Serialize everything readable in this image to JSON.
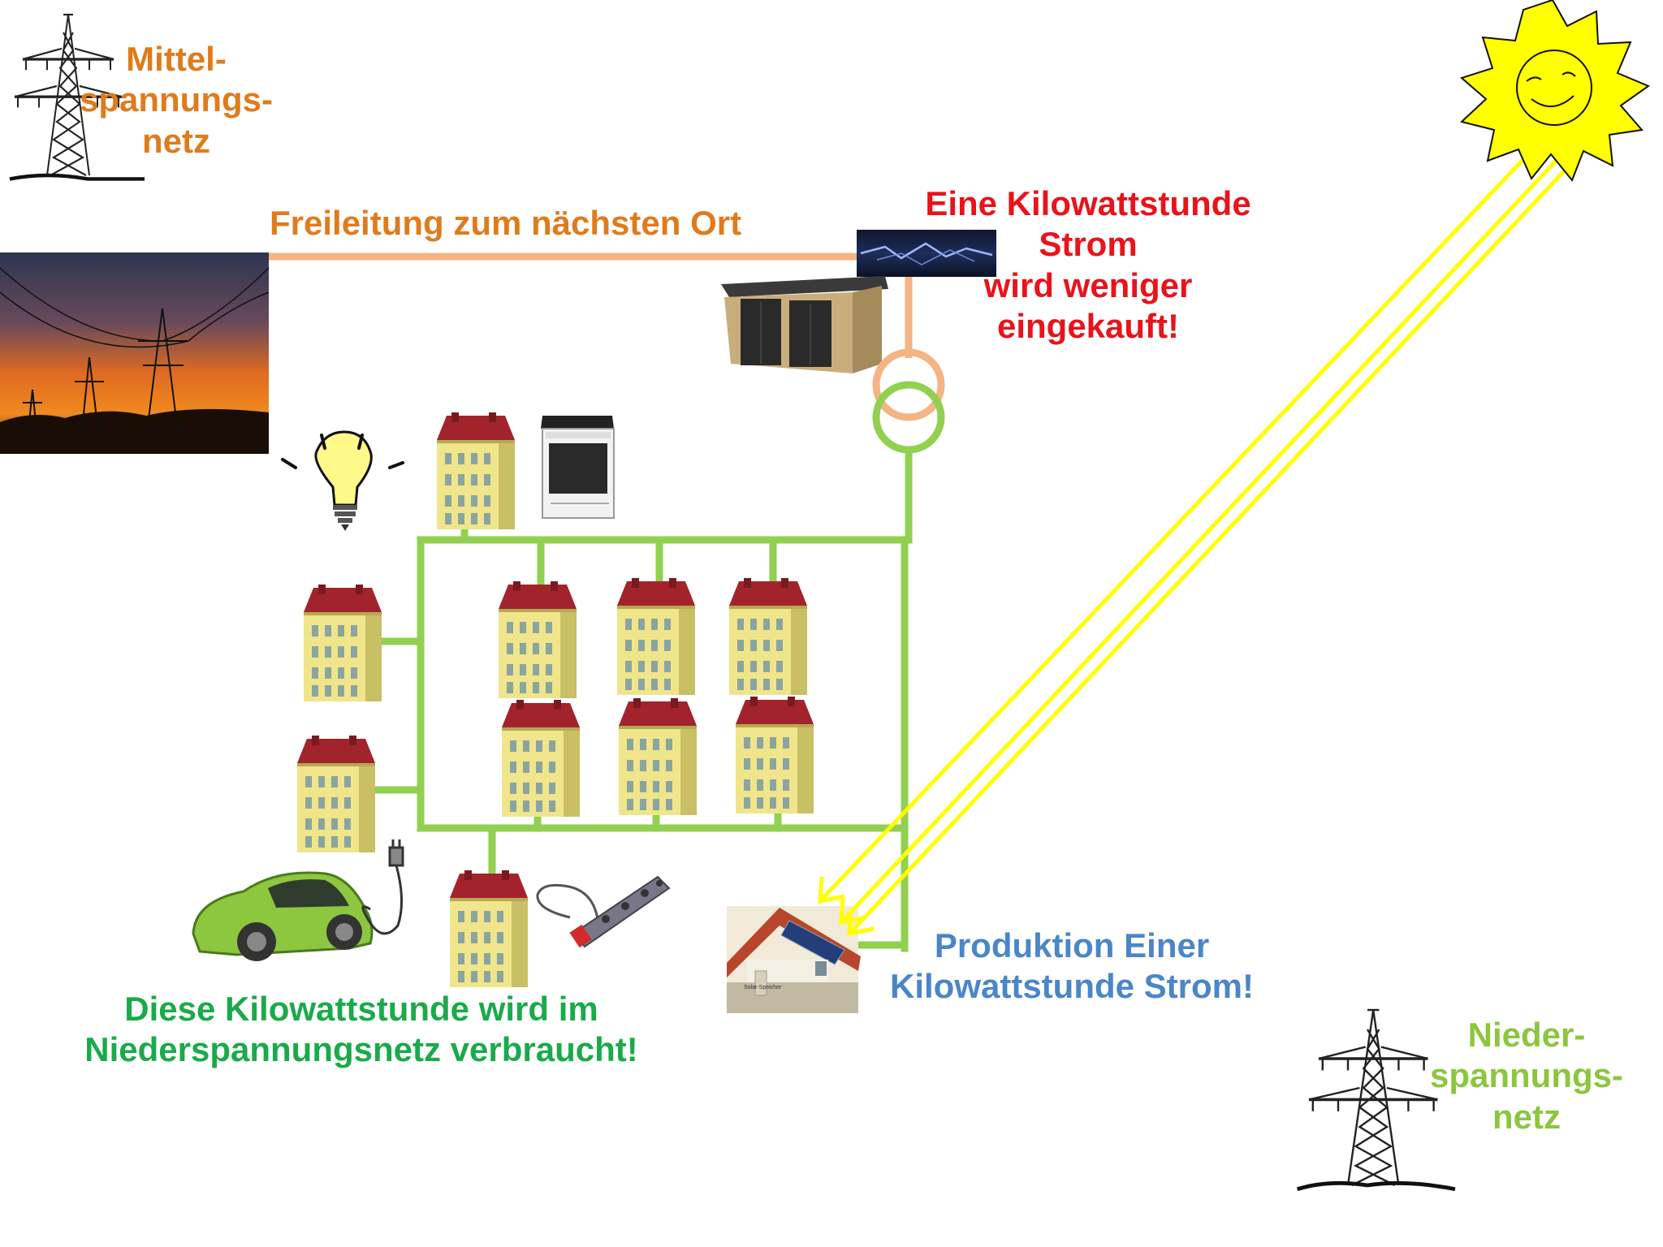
{
  "colors": {
    "orange_text": "#e07b1c",
    "feeder_line": "#f4b483",
    "red_text": "#e8131b",
    "green_text": "#1aaa4a",
    "light_green_text": "#8cc63f",
    "blue_text": "#4a86c8",
    "grid_green": "#92d050",
    "sun_rays": "#ffff00",
    "sun": "#ffff00"
  },
  "labels": {
    "mittelspannung": [
      "Mittel-",
      "spannungs-",
      "netz"
    ],
    "freileitung": "Freileitung zum nächsten Ort",
    "kwh_bought": [
      "Eine Kilowattstunde",
      "Strom",
      "wird weniger",
      "eingekauft!"
    ],
    "production": [
      "Produktion Einer",
      "Kilowattstunde Strom!"
    ],
    "consumed": [
      "Diese Kilowattstunde wird im",
      "Niederspannungsnetz verbraucht!"
    ],
    "niederspannung": [
      "Nieder-",
      "spannungs-",
      "netz"
    ],
    "solar_house_caption": "Solar-Speicher"
  },
  "icons": {
    "pylon_medium": "power-pylon-icon",
    "pylon_low": "power-pylon-icon",
    "sunset_photo": "sunset-power-lines-photo",
    "lightning": "lightning-icon",
    "substation": "transformer-station-icon",
    "transformer": "transformer-symbol-icon",
    "sun": "smiling-sun-icon",
    "bulb": "light-bulb-icon",
    "stove": "electric-stove-icon",
    "car": "electric-car-icon",
    "plug": "power-plug-icon",
    "power_strip": "power-strip-icon",
    "apartment": "apartment-building-icon",
    "solar_house": "solar-house-icon"
  }
}
